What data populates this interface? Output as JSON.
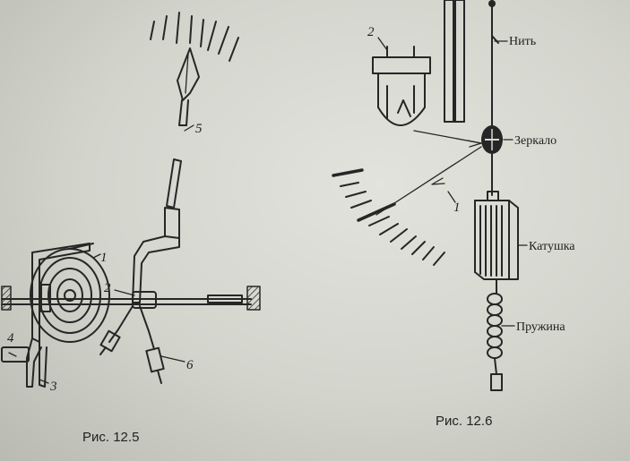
{
  "figure_left": {
    "caption": "Рис. 12.5",
    "labels": [
      "1",
      "2",
      "3",
      "4",
      "5",
      "6"
    ]
  },
  "figure_right": {
    "caption": "Рис. 12.6",
    "part_numbers": [
      "2",
      "1"
    ],
    "labels": {
      "thread": "Нить",
      "mirror": "Зеркало",
      "coil": "Катушка",
      "spring": "Пружина"
    }
  }
}
